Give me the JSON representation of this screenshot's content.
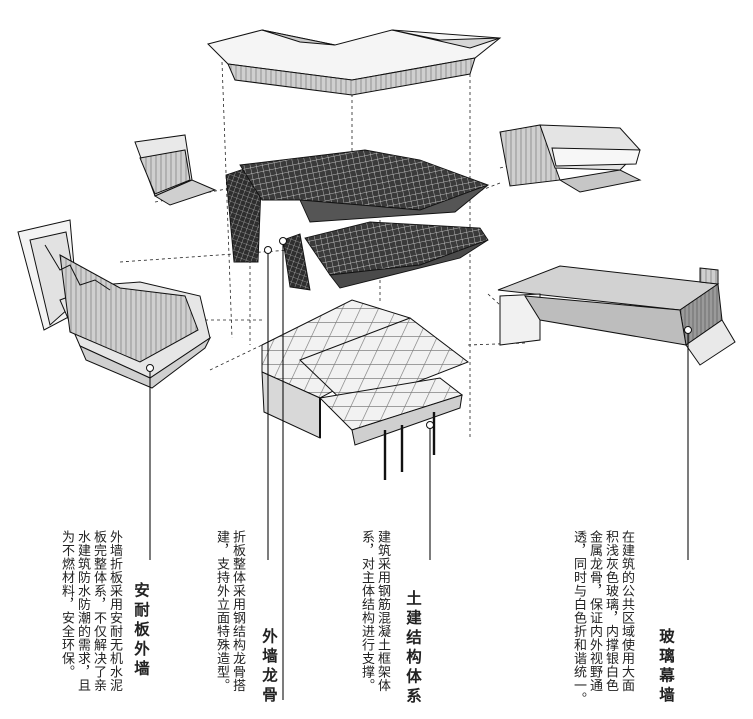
{
  "callouts": [
    {
      "id": "anhe-waiqiang",
      "title": "安耐板外墙",
      "description": "外墙折板采用安耐无机水泥\n板完整体系，不仅解决了亲\n水建筑防水防潮的需求，且\n为不燃材料，安全环保。"
    },
    {
      "id": "waiqiang-longgu",
      "title": "外墙龙骨",
      "description": "折板整体采用钢结构龙骨搭\n建，支持外立面特殊造型。"
    },
    {
      "id": "tujian-jiegou",
      "title": "土建结构体系",
      "description": "建筑采用钢筋混凝土框架体\n系，对主体结构进行支撑。"
    },
    {
      "id": "boli-muqiang",
      "title": "玻璃幕墙",
      "description": "在建筑的公共区域使用大面\n积浅灰色玻璃，内撑银白色\n金属龙骨，保证内外视野通\n透，同时与白色折和谐统一。"
    }
  ],
  "colors": {
    "line": "#111111",
    "panel_light": "#f4f4f4",
    "panel_mid": "#d9d9d9",
    "panel_dark": "#a8a8a8",
    "panel_shadow": "#8a8a8a",
    "steel": "#2a2a2a"
  }
}
